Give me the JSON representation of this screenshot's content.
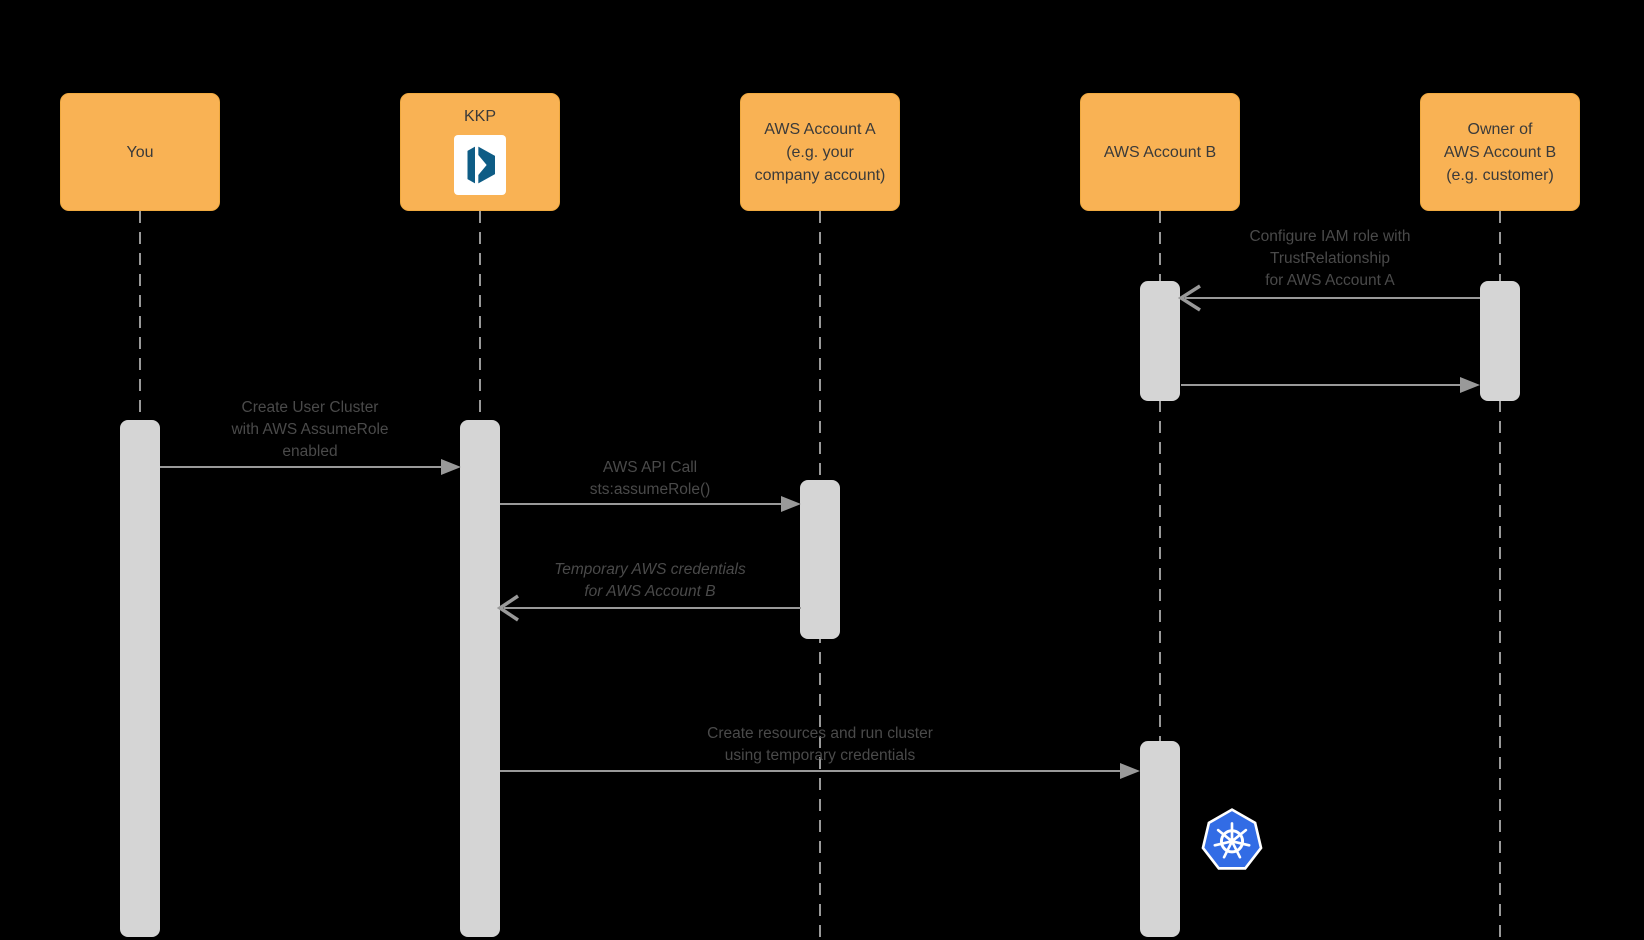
{
  "actors": {
    "you": {
      "lines": [
        "You"
      ]
    },
    "kkp": {
      "lines": [
        "KKP"
      ],
      "icon": "kubermatic-logo"
    },
    "aws_account_a": {
      "lines": [
        "AWS Account A",
        "(e.g. your",
        "company account)"
      ]
    },
    "aws_account_b": {
      "lines": [
        "AWS Account B"
      ]
    },
    "owner_account_b": {
      "lines": [
        "Owner of",
        "AWS Account B",
        "(e.g. customer)"
      ]
    }
  },
  "messages": {
    "configure_iam": {
      "from": "owner_account_b",
      "to": "aws_account_b",
      "lines": [
        "Configure IAM role with",
        "TrustRelationship",
        "for AWS Account A"
      ]
    },
    "ack_configure": {
      "from": "aws_account_b",
      "to": "owner_account_b",
      "lines": []
    },
    "create_cluster": {
      "from": "you",
      "to": "kkp",
      "lines": [
        "Create User Cluster",
        "with AWS AssumeRole",
        "enabled"
      ]
    },
    "api_call": {
      "from": "kkp",
      "to": "aws_account_a",
      "lines": [
        "AWS API Call",
        "sts:assumeRole()"
      ]
    },
    "temp_creds": {
      "from": "aws_account_a",
      "to": "kkp",
      "style": "italic",
      "lines": [
        "Temporary AWS credentials",
        "for AWS Account B"
      ]
    },
    "create_resources": {
      "from": "kkp",
      "to": "aws_account_b",
      "lines": [
        "Create resources and run cluster",
        "using temporary credentials"
      ]
    }
  },
  "icons": {
    "kubermatic": "kubermatic-logo",
    "kubernetes": "kubernetes-logo"
  },
  "colors": {
    "background": "#000000",
    "actor-box": "#F9B254",
    "actor-box-border": "#F0A93F",
    "actor-text": "#3A3A3A",
    "activation-bar": "#D5D5D5",
    "line-gray": "#999999",
    "label-text": "#4A4A4A",
    "logo-bg": "#FFFFFF",
    "kubermatic-blue": "#0E5C85",
    "kubernetes-blue": "#326CE5"
  }
}
